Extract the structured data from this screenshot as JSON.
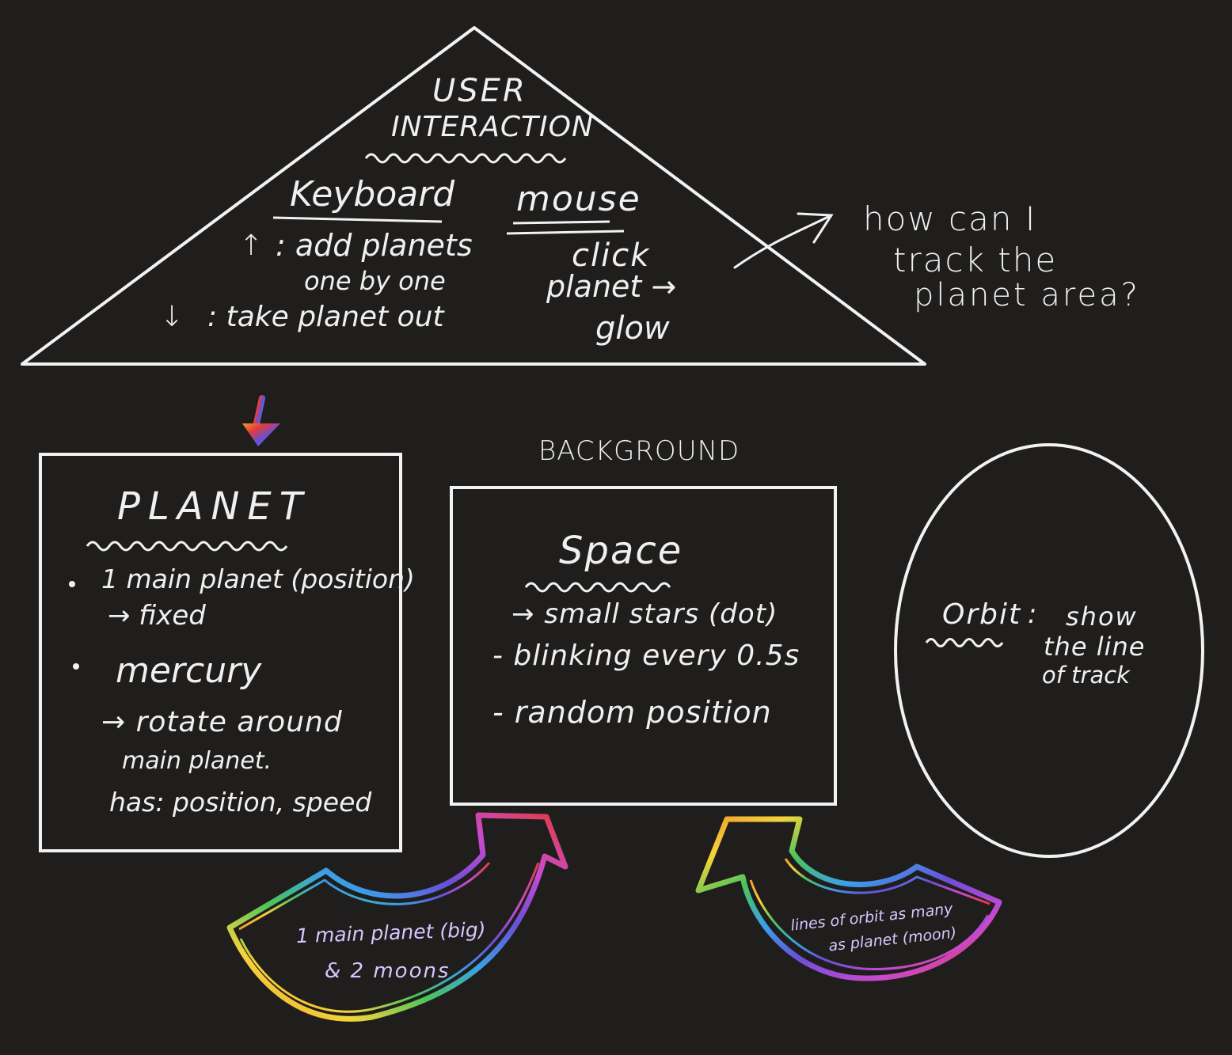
{
  "user_interaction": {
    "title_line1": "USER",
    "title_line2": "INTERACTION",
    "keyboard": {
      "heading": "Keyboard",
      "up_glyph": "↑",
      "up_text": ": add planets",
      "up_text_2": "one by one",
      "down_glyph": "↓",
      "down_text": ": take planet out"
    },
    "mouse": {
      "heading": "mouse",
      "line1": "click",
      "line2": "planet →",
      "line3": "glow"
    },
    "question": [
      "how can I",
      "track the",
      "planet area?"
    ]
  },
  "planet_box": {
    "title": "PLANET",
    "bullet1": "1 main planet (position)",
    "bullet1_sub": "→ fixed",
    "bullet2": "mercury",
    "bullet2_sub1": "→ rotate around",
    "bullet2_sub2": "main planet.",
    "bullet2_sub3": "has: position, speed"
  },
  "background_box": {
    "label": "BACKGROUND",
    "title": "Space",
    "line1": "→ small stars (dot)",
    "line2": "- blinking every 0.5s",
    "line3": "- random position"
  },
  "orbit": {
    "title": "Orbit",
    "colon": ":",
    "text": [
      "show",
      "the line",
      "of track"
    ]
  },
  "arrows": {
    "left_note": [
      "1 main planet (big)",
      "& 2 moons"
    ],
    "right_note": [
      "lines of orbit as many",
      "as planet (moon)"
    ]
  },
  "colors": {
    "background": "#1f1e1d",
    "ink": "#f0f0f0",
    "rainbow": [
      "#e23b3b",
      "#f09a2c",
      "#f4d43a",
      "#4cc45a",
      "#3aa0e8",
      "#6a4fd6",
      "#c94ad0"
    ]
  }
}
